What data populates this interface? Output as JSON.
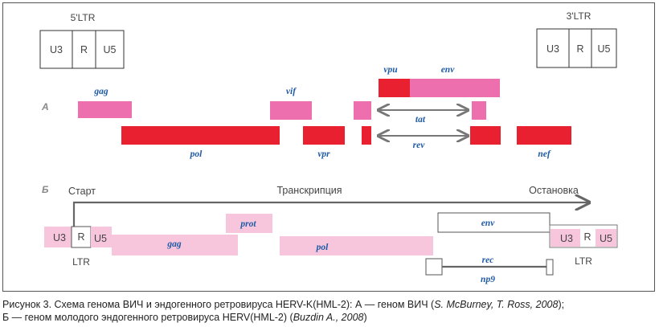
{
  "colors": {
    "red": "#e8202f",
    "pink": "#ee6fae",
    "light_pink": "#f7c6dd",
    "arrow": "#777777",
    "gene_label": "#1f5aa6"
  },
  "panel_a": {
    "label": "А",
    "ltr_5_title": "5'LTR",
    "ltr_3_title": "3'LTR",
    "ltr_segments": [
      "U3",
      "R",
      "U5"
    ],
    "genes": {
      "gag": "gag",
      "vif": "vif",
      "vpu": "vpu",
      "env": "env",
      "tat": "tat",
      "rev": "rev",
      "pol": "pol",
      "vpr": "vpr",
      "nef": "nef"
    }
  },
  "panel_b": {
    "label": "Б",
    "start": "Старт",
    "transcription": "Транскрипция",
    "stop": "Остановка",
    "ltr_segments": [
      "U3",
      "R",
      "U5"
    ],
    "ltr_label": "LTR",
    "genes": {
      "prot": "prot",
      "gag": "gag",
      "pol": "pol",
      "env": "env",
      "rec": "rec",
      "np9": "np9"
    }
  },
  "caption": {
    "line1_a": "Рисунок 3.  Схема генома ВИЧ и эндогенного ретровируса HERV-K(HML-2): А — геном ВИЧ (",
    "line1_ref": "S. McBurney, T. Ross, 2008",
    "line1_b": ");",
    "line2_a": "Б — геном молодого эндогенного ретровируса HERV(HML-2) (",
    "line2_ref": "Buzdin A., 2008",
    "line2_b": ")"
  }
}
